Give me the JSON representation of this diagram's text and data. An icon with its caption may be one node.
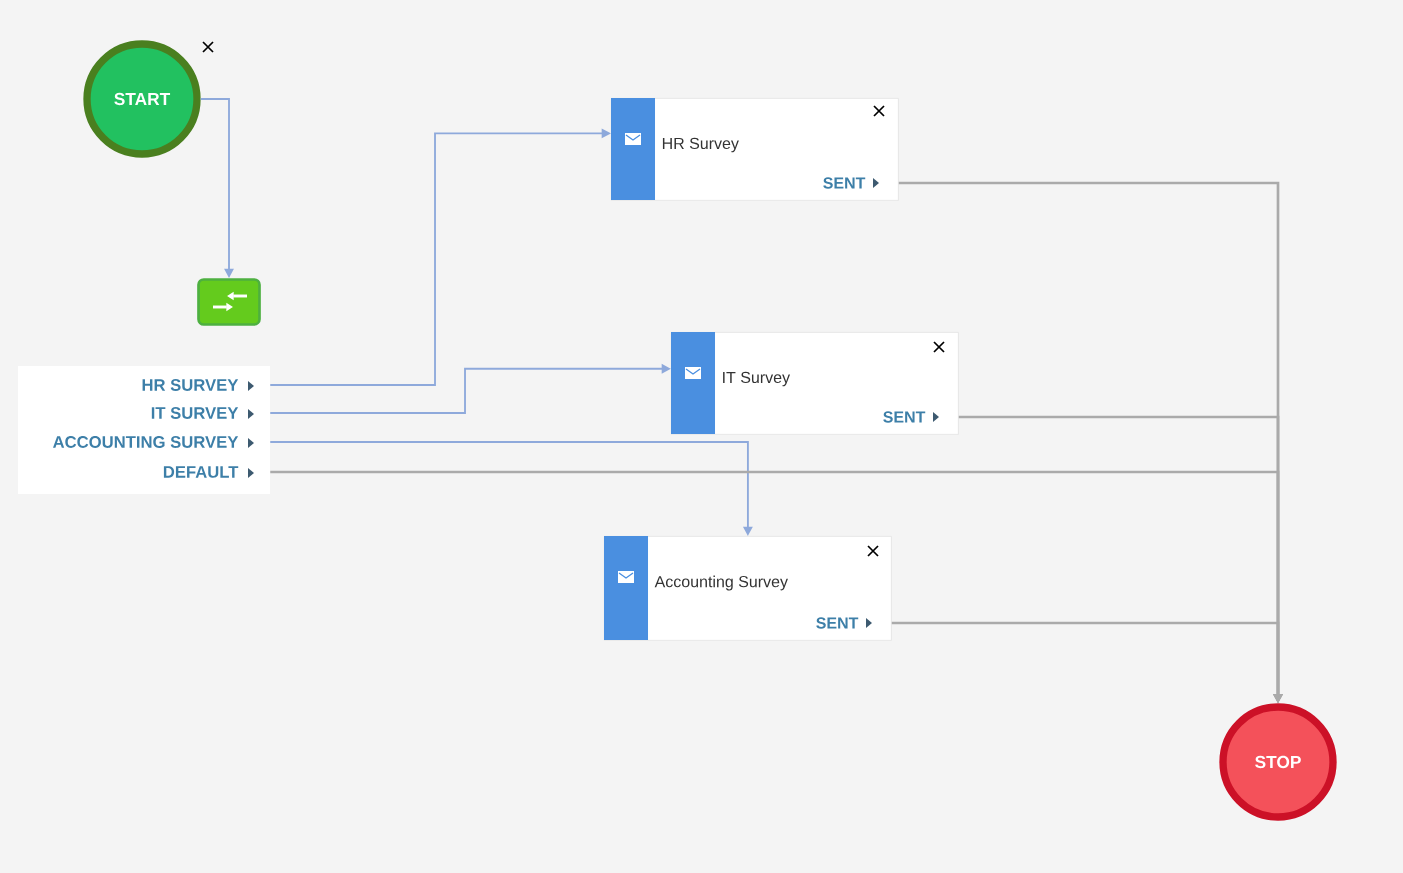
{
  "diagram": {
    "nodes": [
      {
        "text": [
          "START"
        ]
      },
      {
        "text": [],
        "shape": "box"
      },
      {
        "text": [],
        "shape": "box"
      },
      {
        "text": [
          "HR SURVEY"
        ],
        "in": 2
      },
      {
        "text": [
          "IT SURVEY"
        ],
        "in": 2
      },
      {
        "text": [
          "ACCOUNTING SURVEY"
        ],
        "in": 2
      },
      {
        "text": [
          "DEFAULT"
        ],
        "in": 2
      },
      {
        "text": [
          "HR Survey"
        ]
      },
      {
        "text": [
          "SENT"
        ],
        "in": 7
      },
      {
        "text": [
          "IT Survey"
        ]
      },
      {
        "text": [
          "SENT"
        ],
        "in": 9
      },
      {
        "text": [
          "Accounting Survey"
        ]
      },
      {
        "text": [
          "SENT"
        ],
        "in": 11
      },
      {
        "text": [
          "STOP"
        ]
      }
    ],
    "edges": [
      {
        "from": 0,
        "to": 1,
        "arrow": "to",
        "color": "#8ea9db"
      },
      {
        "from": 3,
        "to": 7,
        "arrow": "to",
        "color": "#8ea9db"
      },
      {
        "from": 4,
        "to": 9,
        "arrow": "to",
        "color": "#8ea9db"
      },
      {
        "from": 5,
        "to": 11,
        "arrow": "to",
        "color": "#8ea9db"
      },
      {
        "from": 6,
        "to": 13,
        "arrow": "to"
      },
      {
        "from": 8,
        "to": 13,
        "arrow": "to"
      },
      {
        "from": 10,
        "to": 13,
        "arrow": "to"
      },
      {
        "from": 12,
        "to": 13,
        "arrow": "to"
      }
    ]
  }
}
